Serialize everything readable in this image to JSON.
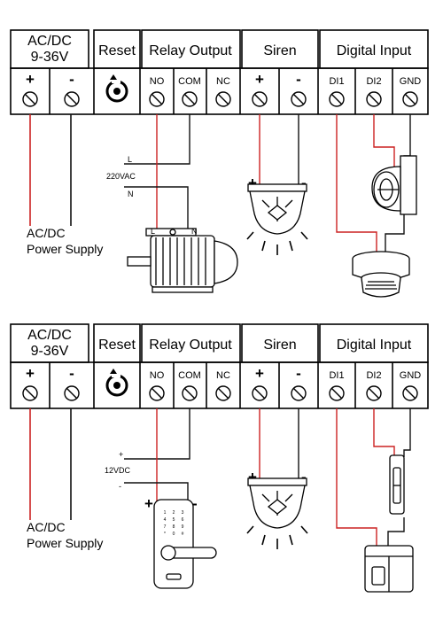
{
  "top_panel": {
    "headers": {
      "power": [
        "AC/DC",
        "9-36V"
      ],
      "reset": "Reset",
      "relay": "Relay Output",
      "siren": "Siren",
      "digital": "Digital Input"
    },
    "terminals": {
      "plus": "+",
      "minus": "-",
      "no": "NO",
      "com": "COM",
      "nc": "NC",
      "siren_plus": "+",
      "siren_minus": "-",
      "di1": "DI1",
      "di2": "DI2",
      "gnd": "GND"
    },
    "power_supply": [
      "AC/DC",
      "Power Supply"
    ],
    "relay_supply": {
      "live": "L",
      "voltage": "220VAC",
      "neutral": "N"
    },
    "motor_terminals": {
      "left": "L",
      "right": "N"
    },
    "siren_wires": {
      "plus": "+",
      "minus": "-"
    }
  },
  "bottom_panel": {
    "headers": {
      "power": [
        "AC/DC",
        "9-36V"
      ],
      "reset": "Reset",
      "relay": "Relay Output",
      "siren": "Siren",
      "digital": "Digital Input"
    },
    "terminals": {
      "plus": "+",
      "minus": "-",
      "no": "NO",
      "com": "COM",
      "nc": "NC",
      "siren_plus": "+",
      "siren_minus": "-",
      "di1": "DI1",
      "di2": "DI2",
      "gnd": "GND"
    },
    "power_supply": [
      "AC/DC",
      "Power Supply"
    ],
    "relay_supply": {
      "plus": "+",
      "voltage": "12VDC",
      "minus": "-"
    },
    "lock_terminals": {
      "plus": "+",
      "minus": "-"
    },
    "lock_keypad": [
      "1",
      "2",
      "3",
      "4",
      "5",
      "6",
      "7",
      "8",
      "9",
      "*",
      "0",
      "#"
    ],
    "siren_wires": {
      "plus": "+",
      "minus": "-"
    }
  },
  "colors": {
    "wire_red": "#cc2222",
    "wire_black": "#111111",
    "line": "#000000"
  }
}
